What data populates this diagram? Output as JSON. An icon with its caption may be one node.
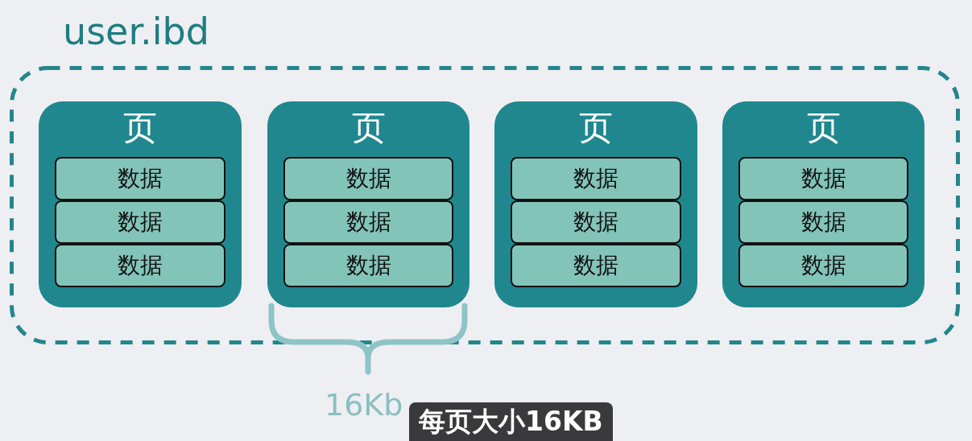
{
  "diagram": {
    "caption": "每页大小16KB",
    "nodes": [
      {
        "text": [
          "user.ibd"
        ]
      },
      {
        "text": [
          "页"
        ],
        "in": 0
      },
      {
        "text": [
          "数据"
        ],
        "in": 1
      },
      {
        "text": [
          "数据"
        ],
        "in": 1
      },
      {
        "text": [
          "数据"
        ],
        "in": 1
      },
      {
        "text": [
          "页"
        ],
        "in": 0
      },
      {
        "text": [
          "数据"
        ],
        "in": 5
      },
      {
        "text": [
          "数据"
        ],
        "in": 5
      },
      {
        "text": [
          "数据"
        ],
        "in": 5
      },
      {
        "text": [
          "页"
        ],
        "in": 0
      },
      {
        "text": [
          "数据"
        ],
        "in": 9
      },
      {
        "text": [
          "数据"
        ],
        "in": 9
      },
      {
        "text": [
          "数据"
        ],
        "in": 9
      },
      {
        "text": [
          "页"
        ],
        "in": 0
      },
      {
        "text": [
          "数据"
        ],
        "in": 13
      },
      {
        "text": [
          "数据"
        ],
        "in": 13
      },
      {
        "text": [
          "数据"
        ],
        "in": 13
      }
    ],
    "labels": [
      "16Kb"
    ]
  }
}
